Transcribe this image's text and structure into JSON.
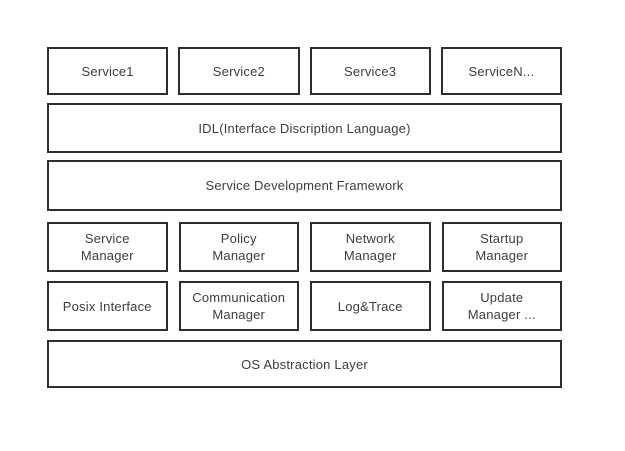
{
  "diagram": {
    "title": "Layered service architecture diagram",
    "colors": {
      "background": "#ffffff",
      "box_border": "#2e2e2e",
      "box_fill": "#ffffff",
      "text": "#3d3d3d"
    },
    "layers": [
      {
        "name": "services",
        "boxes": [
          "Service1",
          "Service2",
          "Service3",
          "ServiceN..."
        ]
      },
      {
        "name": "idl",
        "label": "IDL(Interface Discription Language)"
      },
      {
        "name": "service-development-framework",
        "label": "Service Development Framework"
      },
      {
        "name": "managers-upper",
        "boxes": [
          "Service\nManager",
          "Policy\nManager",
          "Network\nManager",
          "Startup\nManager"
        ]
      },
      {
        "name": "managers-lower",
        "boxes": [
          "Posix Interface",
          "Communication\nManager",
          "Log&Trace",
          "Update\nManager ..."
        ]
      },
      {
        "name": "os-abstraction",
        "label": "OS Abstraction Layer"
      }
    ]
  }
}
